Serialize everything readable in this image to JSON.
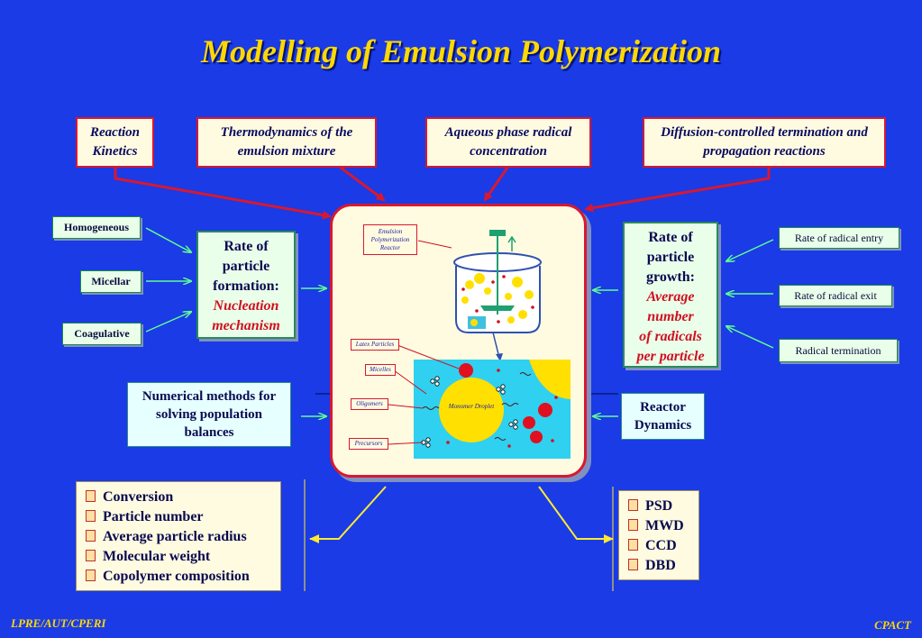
{
  "title": "Modelling of Emulsion Polymerization",
  "top_boxes": {
    "reaction_kinetics": "Reaction Kinetics",
    "thermodynamics": "Thermodynamics of the emulsion mixture",
    "aqueous_phase": "Aqueous phase radical concentration",
    "diffusion": "Diffusion-controlled termination and propagation reactions"
  },
  "nucleation_inputs": [
    "Homogeneous",
    "Micellar",
    "Coagulative"
  ],
  "nucleation_box": {
    "line1": "Rate of",
    "line2": "particle",
    "line3": "formation:",
    "emph1": "Nucleation",
    "emph2": "mechanism"
  },
  "growth_inputs": [
    "Rate of radical entry",
    "Rate of radical exit",
    "Radical termination"
  ],
  "growth_box": {
    "line1": "Rate of",
    "line2": "particle",
    "line3": "growth:",
    "emph1": "Average",
    "emph2": "number",
    "emph3": "of radicals",
    "emph4": "per particle"
  },
  "numerical_box": "Numerical methods for solving population balances",
  "reactor_box": "Reactor Dynamics",
  "center_labels": {
    "reactor": "Emulsion Polymerization Reactor",
    "latex": "Latex Particles",
    "micelles": "Micelles",
    "oligomers": "Oligomers",
    "precursors": "Precursors",
    "droplet": "Monomer Droplet"
  },
  "outputs_left": [
    "Conversion",
    "Particle number",
    "Average particle radius",
    "Molecular weight",
    "Copolymer composition"
  ],
  "outputs_right": [
    "PSD",
    "MWD",
    "CCD",
    "DBD"
  ],
  "footer_left": "LPRE/AUT/CPERI",
  "footer_right": "CPACT",
  "colors": {
    "background": "#1a3be6",
    "title": "#ffd800",
    "border_red": "#d81830",
    "arrow_green": "#60ff90",
    "arrow_yellow": "#ffea30",
    "emphasis_red": "#d01020"
  },
  "icons": {
    "list_bullet": "document-bullet-icon"
  }
}
